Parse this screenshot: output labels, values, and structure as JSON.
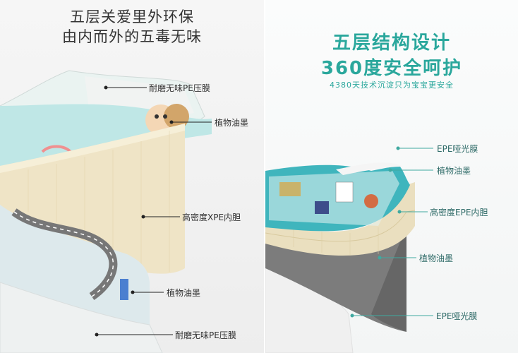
{
  "left": {
    "title_line1": "五层关爱里外环保",
    "title_line2": "由内而外的五毒无味",
    "labels": [
      "耐磨无味PE压膜",
      "植物油墨",
      "高密度XPE内胆",
      "植物油墨",
      "耐磨无味PE压膜"
    ]
  },
  "right": {
    "title_line1": "五层结构设计",
    "title_line2": "360度安全呵护",
    "subtitle": "4380天技术沉淀只为宝宝更安全",
    "labels": [
      "EPE哑光膜",
      "植物油墨",
      "高密度EPE内胆",
      "植物油墨",
      "EPE哑光膜"
    ]
  },
  "colors": {
    "accent": "#2aa79c",
    "foam": "#efe4c6"
  }
}
